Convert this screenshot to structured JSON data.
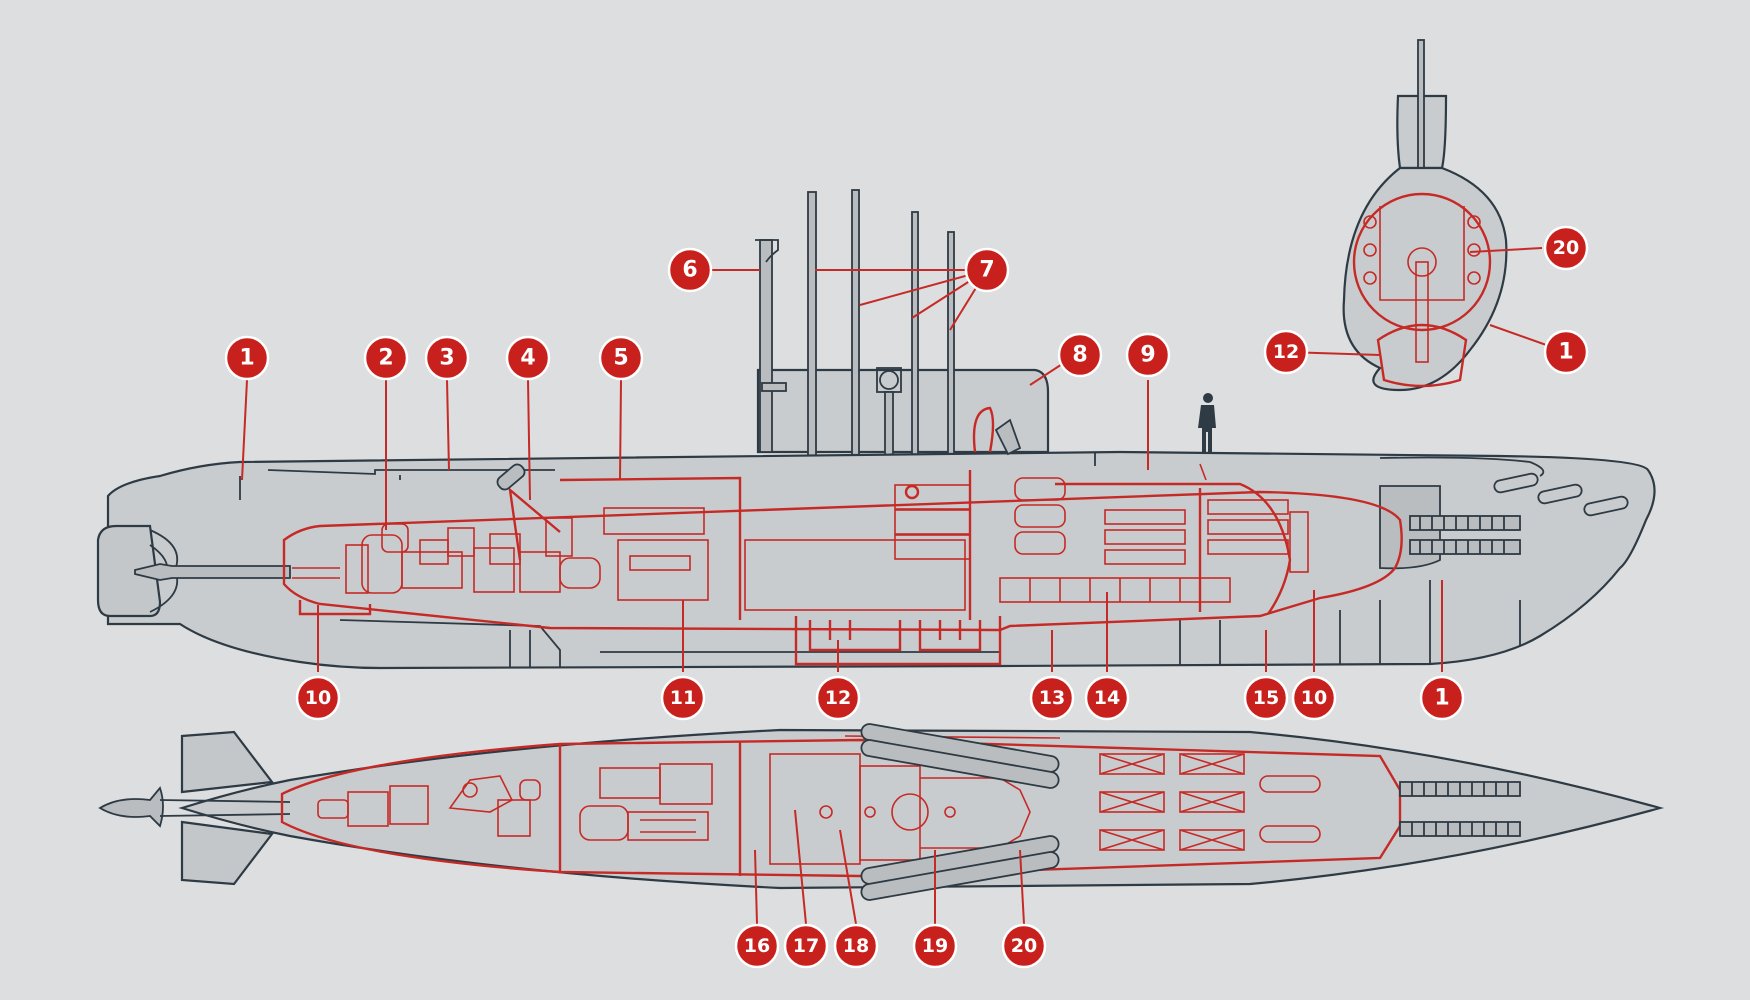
{
  "callouts": [
    {
      "id": "c1a",
      "label": "1"
    },
    {
      "id": "c2",
      "label": "2"
    },
    {
      "id": "c3",
      "label": "3"
    },
    {
      "id": "c4",
      "label": "4"
    },
    {
      "id": "c5",
      "label": "5"
    },
    {
      "id": "c6",
      "label": "6"
    },
    {
      "id": "c7",
      "label": "7"
    },
    {
      "id": "c8",
      "label": "8"
    },
    {
      "id": "c9",
      "label": "9"
    },
    {
      "id": "c10a",
      "label": "10"
    },
    {
      "id": "c11",
      "label": "11"
    },
    {
      "id": "c12a",
      "label": "12"
    },
    {
      "id": "c13",
      "label": "13"
    },
    {
      "id": "c14",
      "label": "14"
    },
    {
      "id": "c15",
      "label": "15"
    },
    {
      "id": "c10b",
      "label": "10"
    },
    {
      "id": "c1b",
      "label": "1"
    },
    {
      "id": "c16",
      "label": "16"
    },
    {
      "id": "c17",
      "label": "17"
    },
    {
      "id": "c18",
      "label": "18"
    },
    {
      "id": "c19",
      "label": "19"
    },
    {
      "id": "c20a",
      "label": "20"
    },
    {
      "id": "c20b",
      "label": "20"
    },
    {
      "id": "c12b",
      "label": "12"
    },
    {
      "id": "c1c",
      "label": "1"
    }
  ]
}
